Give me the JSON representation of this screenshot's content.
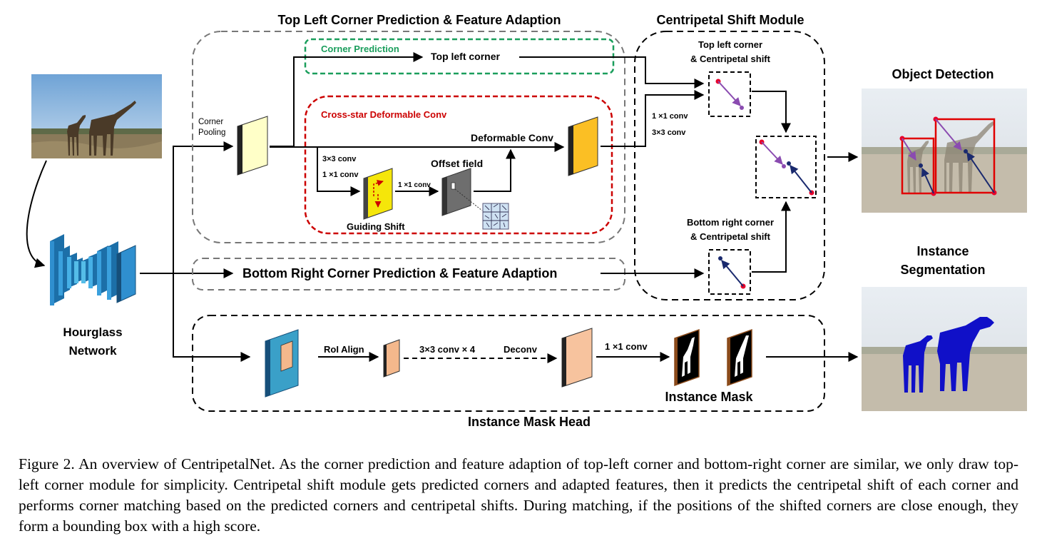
{
  "labels": {
    "top_left_title": "Top Left Corner Prediction & Feature Adaption",
    "csm_title": "Centripetal Shift Module",
    "object_detection": "Object Detection",
    "instance_segmentation_1": "Instance",
    "instance_segmentation_2": "Segmentation",
    "hourglass_1": "Hourglass",
    "hourglass_2": "Network",
    "corner_pooling_1": "Corner",
    "corner_pooling_2": "Pooling",
    "corner_prediction": "Corner Prediction",
    "top_left_corner": "Top left corner",
    "cross_star": "Cross-star Deformable Conv",
    "deformable_conv": "Deformable Conv",
    "conv3x3": "3×3 conv",
    "conv1x1": "1 ×1 conv",
    "conv1x1_small": "1 ×1 conv",
    "offset_field": "Offset field",
    "guiding_shift": "Guiding Shift",
    "tl_shift_1": "Top left corner",
    "tl_shift_2": "& Centripetal shift",
    "csm_conv1x1": "1 ×1 conv",
    "csm_conv3x3": "3×3 conv",
    "br_shift_1": "Bottom right corner",
    "br_shift_2": "& Centripetal shift",
    "bottom_right_title": "Bottom Right  Corner Prediction & Feature Adaption",
    "roi_align": "RoI Align",
    "conv3x3x4": "3×3 conv × 4",
    "deconv": "Deconv",
    "mask_conv1x1": "1 ×1 conv",
    "instance_mask": "Instance Mask",
    "instance_mask_head": "Instance Mask Head"
  },
  "caption": "Figure 2. An overview of CentripetalNet.  As the corner prediction and feature adaption of top-left corner and bottom-right corner are similar, we only draw top-left corner module for simplicity. Centripetal shift module gets predicted corners and adapted features, then it predicts the centripetal shift of each corner and performs corner matching based on the predicted corners and centripetal shifts.  During matching, if the positions of the shifted corners are close enough, they form a bounding box with a high score.",
  "colors": {
    "corner_prediction_box": "#1a9e5c",
    "cross_star_box": "#cc0000",
    "detection_box": "#e00000",
    "tl_corner_point": "#e8002a",
    "br_corner_point": "#1a2a6e",
    "shift_arrow": "#8a4bb0",
    "feature_yellow": "#fbbf24",
    "feature_pale": "#ffffc8",
    "feature_peach": "#f4b88c",
    "hourglass_blue": "#2f8fcf",
    "mask_blue": "#1010c8"
  }
}
